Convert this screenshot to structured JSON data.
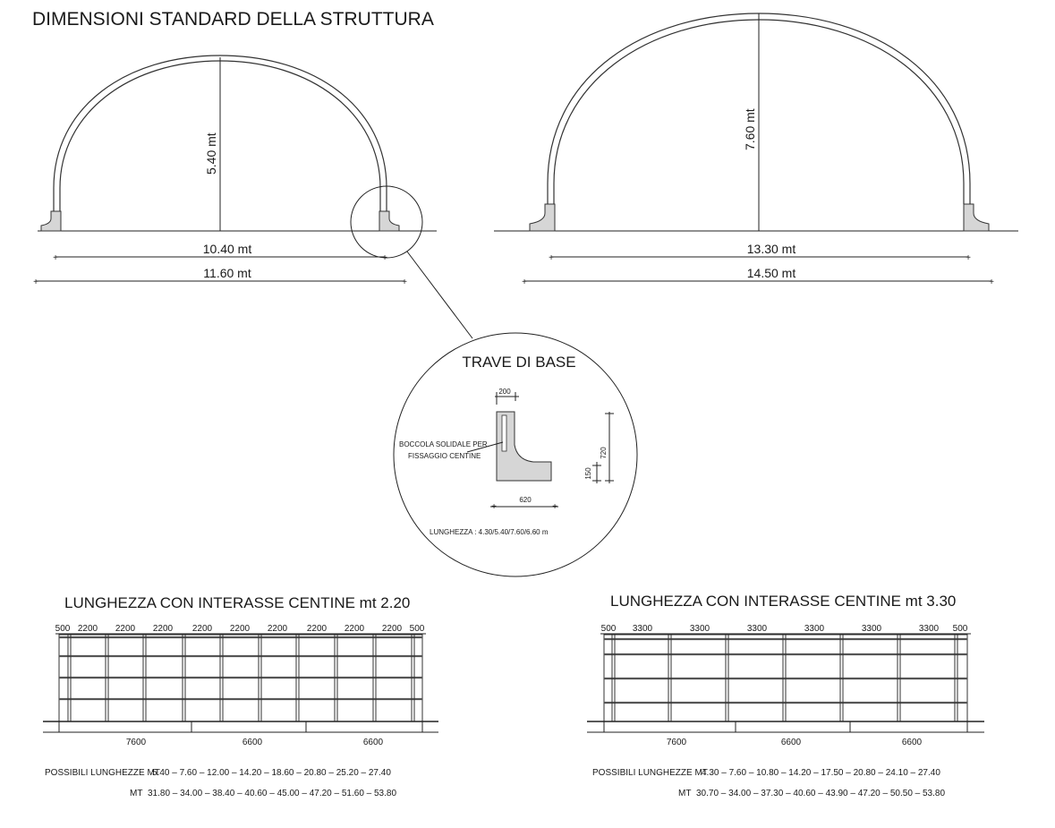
{
  "title": "DIMENSIONI STANDARD DELLA STRUTTURA",
  "arch_small": {
    "height": "5.40 mt",
    "inner_width": "10.40 mt",
    "outer_width": "11.60 mt"
  },
  "arch_large": {
    "height": "7.60 mt",
    "inner_width": "13.30 mt",
    "outer_width": "14.50 mt"
  },
  "detail": {
    "title": "TRAVE DI BASE",
    "dim_top": "200",
    "dim_bottom": "620",
    "dim_height": "720",
    "dim_step": "150",
    "label_line1": "BOCCOLA SOLIDALE PER",
    "label_line2": "FISSAGGIO CENTINE",
    "length_note": "LUNGHEZZA : 4.30/5.40/7.60/6.60 m"
  },
  "plan_left": {
    "title": "LUNGHEZZA CON INTERASSE  CENTINE  mt  2.20",
    "top_dims": [
      "500",
      "2200",
      "2200",
      "2200",
      "2200",
      "2200",
      "2200",
      "2200",
      "2200",
      "2200",
      "500"
    ],
    "bottom_dims": [
      "7600",
      "6600",
      "6600"
    ],
    "lengths_label_1": "POSSIBILI LUNGHEZZE MT",
    "lengths_line_1": "5.40  –   7.60  –  12.00  –  14.20  –  18.60  –  20.80  –  25.20  –  27.40",
    "lengths_label_2": "MT",
    "lengths_line_2": "31.80  –  34.00  –  38.40  –  40.60  –  45.00  –  47.20  –  51.60  –  53.80"
  },
  "plan_right": {
    "title": "LUNGHEZZA CON INTERASSE  CENTINE  mt  3.30",
    "top_dims": [
      "500",
      "3300",
      "3300",
      "3300",
      "3300",
      "3300",
      "3300",
      "500"
    ],
    "bottom_dims": [
      "7600",
      "6600",
      "6600"
    ],
    "lengths_label_1": "POSSIBILI LUNGHEZZE MT",
    "lengths_line_1": "4.30  –   7.60  –  10.80  –  14.20  –  17.50  –  20.80  –  24.10  –  27.40",
    "lengths_label_2": "MT",
    "lengths_line_2": "30.70  –  34.00  –  37.30  –  40.60  –  43.90  –  47.20  –  50.50  –  53.80"
  }
}
